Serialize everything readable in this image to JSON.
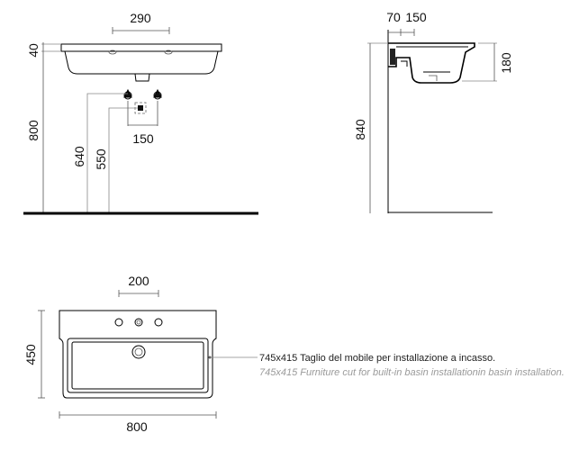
{
  "front_view": {
    "dim_top_width": "290",
    "dim_left_thickness": "40",
    "dim_left_height": "800",
    "dim_height_640": "640",
    "dim_height_550": "550",
    "dim_tap_spacing": "150"
  },
  "side_view": {
    "dim_top_70": "70",
    "dim_top_150": "150",
    "dim_right_height": "180",
    "dim_left_height": "840"
  },
  "plan_view": {
    "dim_hole_spacing": "200",
    "dim_depth": "450",
    "dim_width": "800",
    "note_it": "745x415 Taglio del mobile per installazione a incasso.",
    "note_en": "745x415 Furniture cut for built-in basin installationin basin installation."
  }
}
